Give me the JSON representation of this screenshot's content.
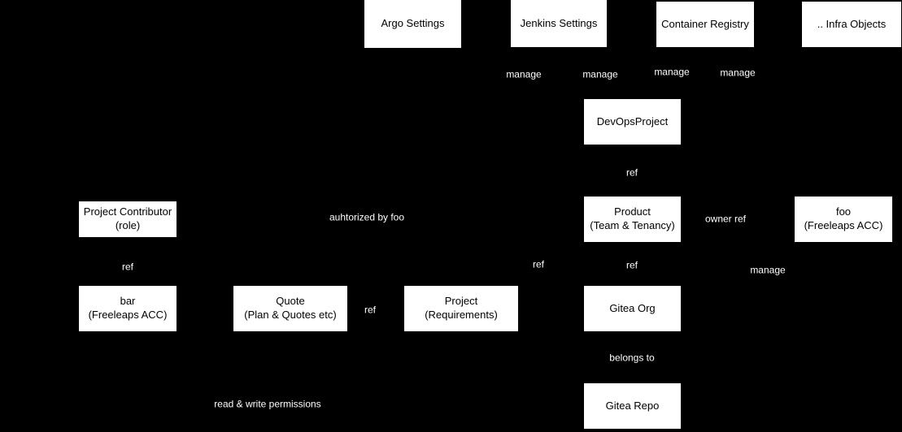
{
  "diagram": {
    "type": "entity-relationship-graph",
    "colors": {
      "background": "#000000",
      "node_fill": "#ffffff",
      "node_text": "#000000",
      "edge_label_text": "#ffffff",
      "edge_label_bg": "#000000"
    },
    "nodes": {
      "argo_settings": {
        "line1": "Argo Settings"
      },
      "jenkins_settings": {
        "line1": "Jenkins Settings"
      },
      "container_registry": {
        "line1": "Container Registry"
      },
      "infra_objects": {
        "line1": ".. Infra Objects"
      },
      "devops_project": {
        "line1": "DevOpsProject"
      },
      "product": {
        "line1": "Product",
        "line2": "(Team & Tenancy)"
      },
      "foo_acc": {
        "line1": "foo",
        "line2": "(Freeleaps ACC)"
      },
      "project_contributor": {
        "line1": "Project Contributor",
        "line2": "(role)"
      },
      "bar_acc": {
        "line1": "bar",
        "line2": "(Freeleaps ACC)"
      },
      "quote": {
        "line1": "Quote",
        "line2": "(Plan & Quotes etc)"
      },
      "project": {
        "line1": "Project",
        "line2": "(Requirements)"
      },
      "gitea_org": {
        "line1": "Gitea Org"
      },
      "gitea_repo": {
        "line1": "Gitea Repo"
      }
    },
    "edge_labels": {
      "manage_argo": "manage",
      "manage_jenkins": "manage",
      "manage_registry": "manage",
      "manage_infra": "manage",
      "ref_devops_product": "ref",
      "authorized_by_foo": "auhtorized by foo",
      "owner_ref": "owner ref",
      "ref_contributor_bar": "ref",
      "ref_project_product": "ref",
      "ref_product_gitea_org": "ref",
      "manage_foo_gitea": "manage",
      "ref_quote_project": "ref",
      "belongs_to": "belongs to",
      "read_write_permissions": "read & write permissions"
    }
  }
}
